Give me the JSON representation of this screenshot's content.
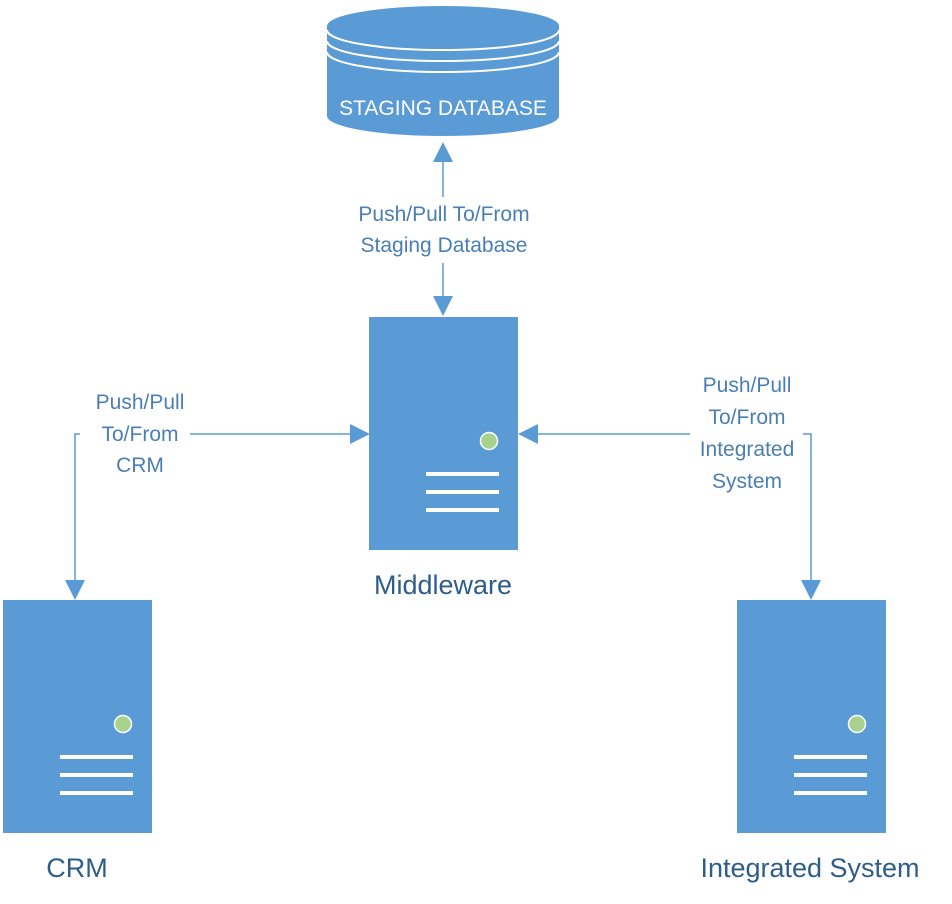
{
  "colors": {
    "node_fill": "#5b9bd5",
    "connector": "#5b9bd5",
    "text": "#2e5d8a",
    "edge_text": "#4a7fb5",
    "status_light": "#a9d18e",
    "white": "#ffffff"
  },
  "database": {
    "label": "STAGING DATABASE",
    "icon": "database-cylinder-icon"
  },
  "nodes": {
    "middleware": {
      "label": "Middleware",
      "icon": "server-icon"
    },
    "crm": {
      "label": "CRM",
      "icon": "server-icon"
    },
    "integrated": {
      "label": "Integrated System",
      "icon": "server-icon"
    }
  },
  "edges": {
    "staging": {
      "lines": [
        "Push/Pull To/From",
        "Staging Database"
      ]
    },
    "crm": {
      "lines": [
        "Push/Pull",
        "To/From",
        "CRM"
      ]
    },
    "integrated": {
      "lines": [
        "Push/Pull",
        "To/From",
        "Integrated",
        "System"
      ]
    }
  }
}
